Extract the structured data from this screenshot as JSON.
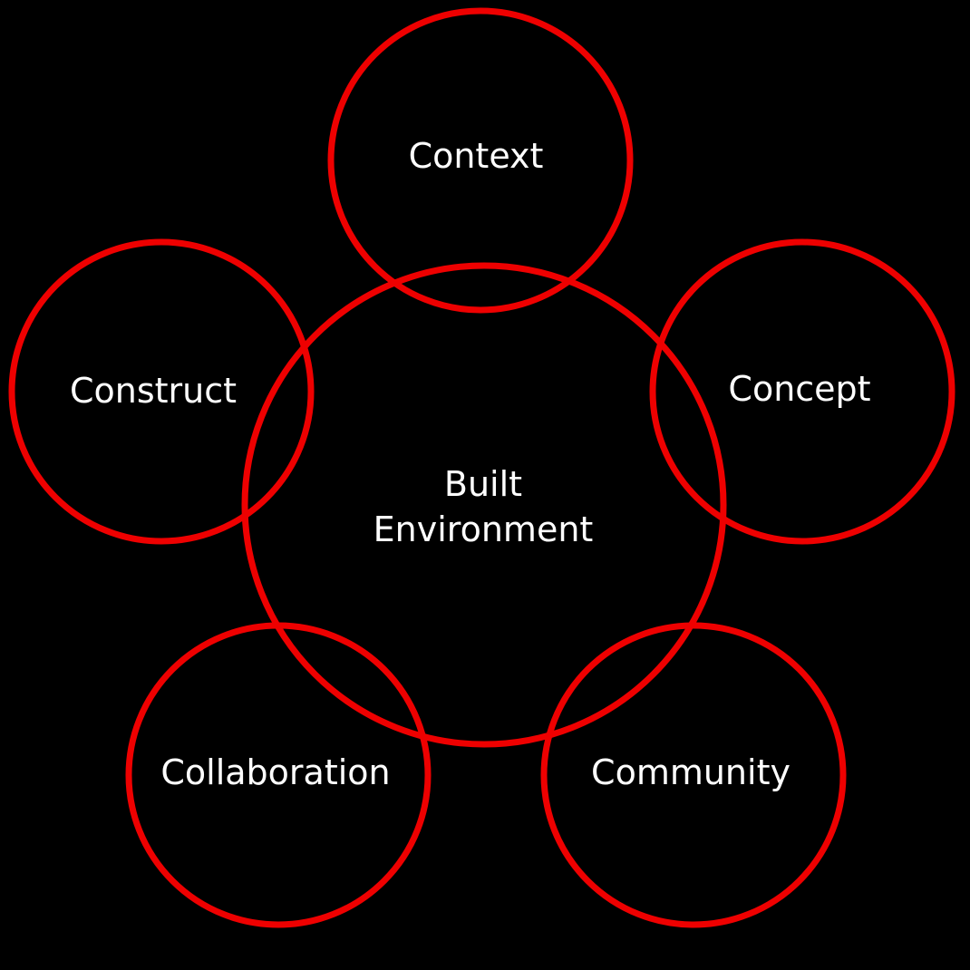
{
  "diagram": {
    "accent_color": "#ee0000",
    "background_color": "#000000",
    "text_color": "#ffffff",
    "center": {
      "line1": "Built",
      "line2": "Environment"
    },
    "nodes": [
      {
        "id": "context",
        "label": "Context"
      },
      {
        "id": "concept",
        "label": "Concept"
      },
      {
        "id": "community",
        "label": "Community"
      },
      {
        "id": "collaboration",
        "label": "Collaboration"
      },
      {
        "id": "construct",
        "label": "Construct"
      }
    ]
  }
}
